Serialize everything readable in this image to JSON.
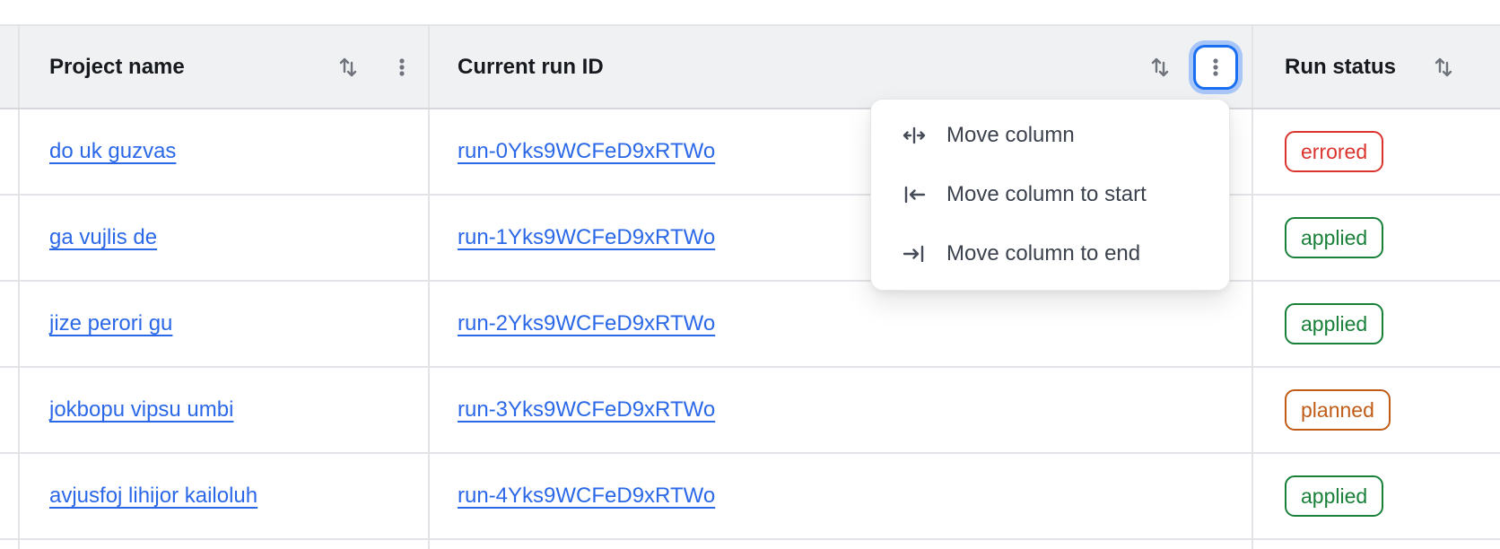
{
  "table": {
    "columns": [
      {
        "label": "Project name"
      },
      {
        "label": "Current run ID"
      },
      {
        "label": "Run status"
      }
    ],
    "rows": [
      {
        "project": "do uk guzvas",
        "run_id": "run-0Yks9WCFeD9xRTWo",
        "status": "errored"
      },
      {
        "project": "ga vujlis de",
        "run_id": "run-1Yks9WCFeD9xRTWo",
        "status": "applied"
      },
      {
        "project": "jize perori gu",
        "run_id": "run-2Yks9WCFeD9xRTWo",
        "status": "applied"
      },
      {
        "project": "jokbopu vipsu umbi",
        "run_id": "run-3Yks9WCFeD9xRTWo",
        "status": "planned"
      },
      {
        "project": "avjusfoj lihijor kailoluh",
        "run_id": "run-4Yks9WCFeD9xRTWo",
        "status": "applied"
      }
    ]
  },
  "menu": {
    "items": [
      {
        "label": "Move column"
      },
      {
        "label": "Move column to start"
      },
      {
        "label": "Move column to end"
      }
    ]
  },
  "colors": {
    "link_blue": "#2b68e8",
    "focus_ring_inner": "#1a6ff0",
    "focus_ring_halo": "#a9c6f9",
    "status_errored": "#db342e",
    "status_applied": "#188038",
    "status_planned": "#c05c17",
    "header_bg": "#f0f1f3"
  }
}
